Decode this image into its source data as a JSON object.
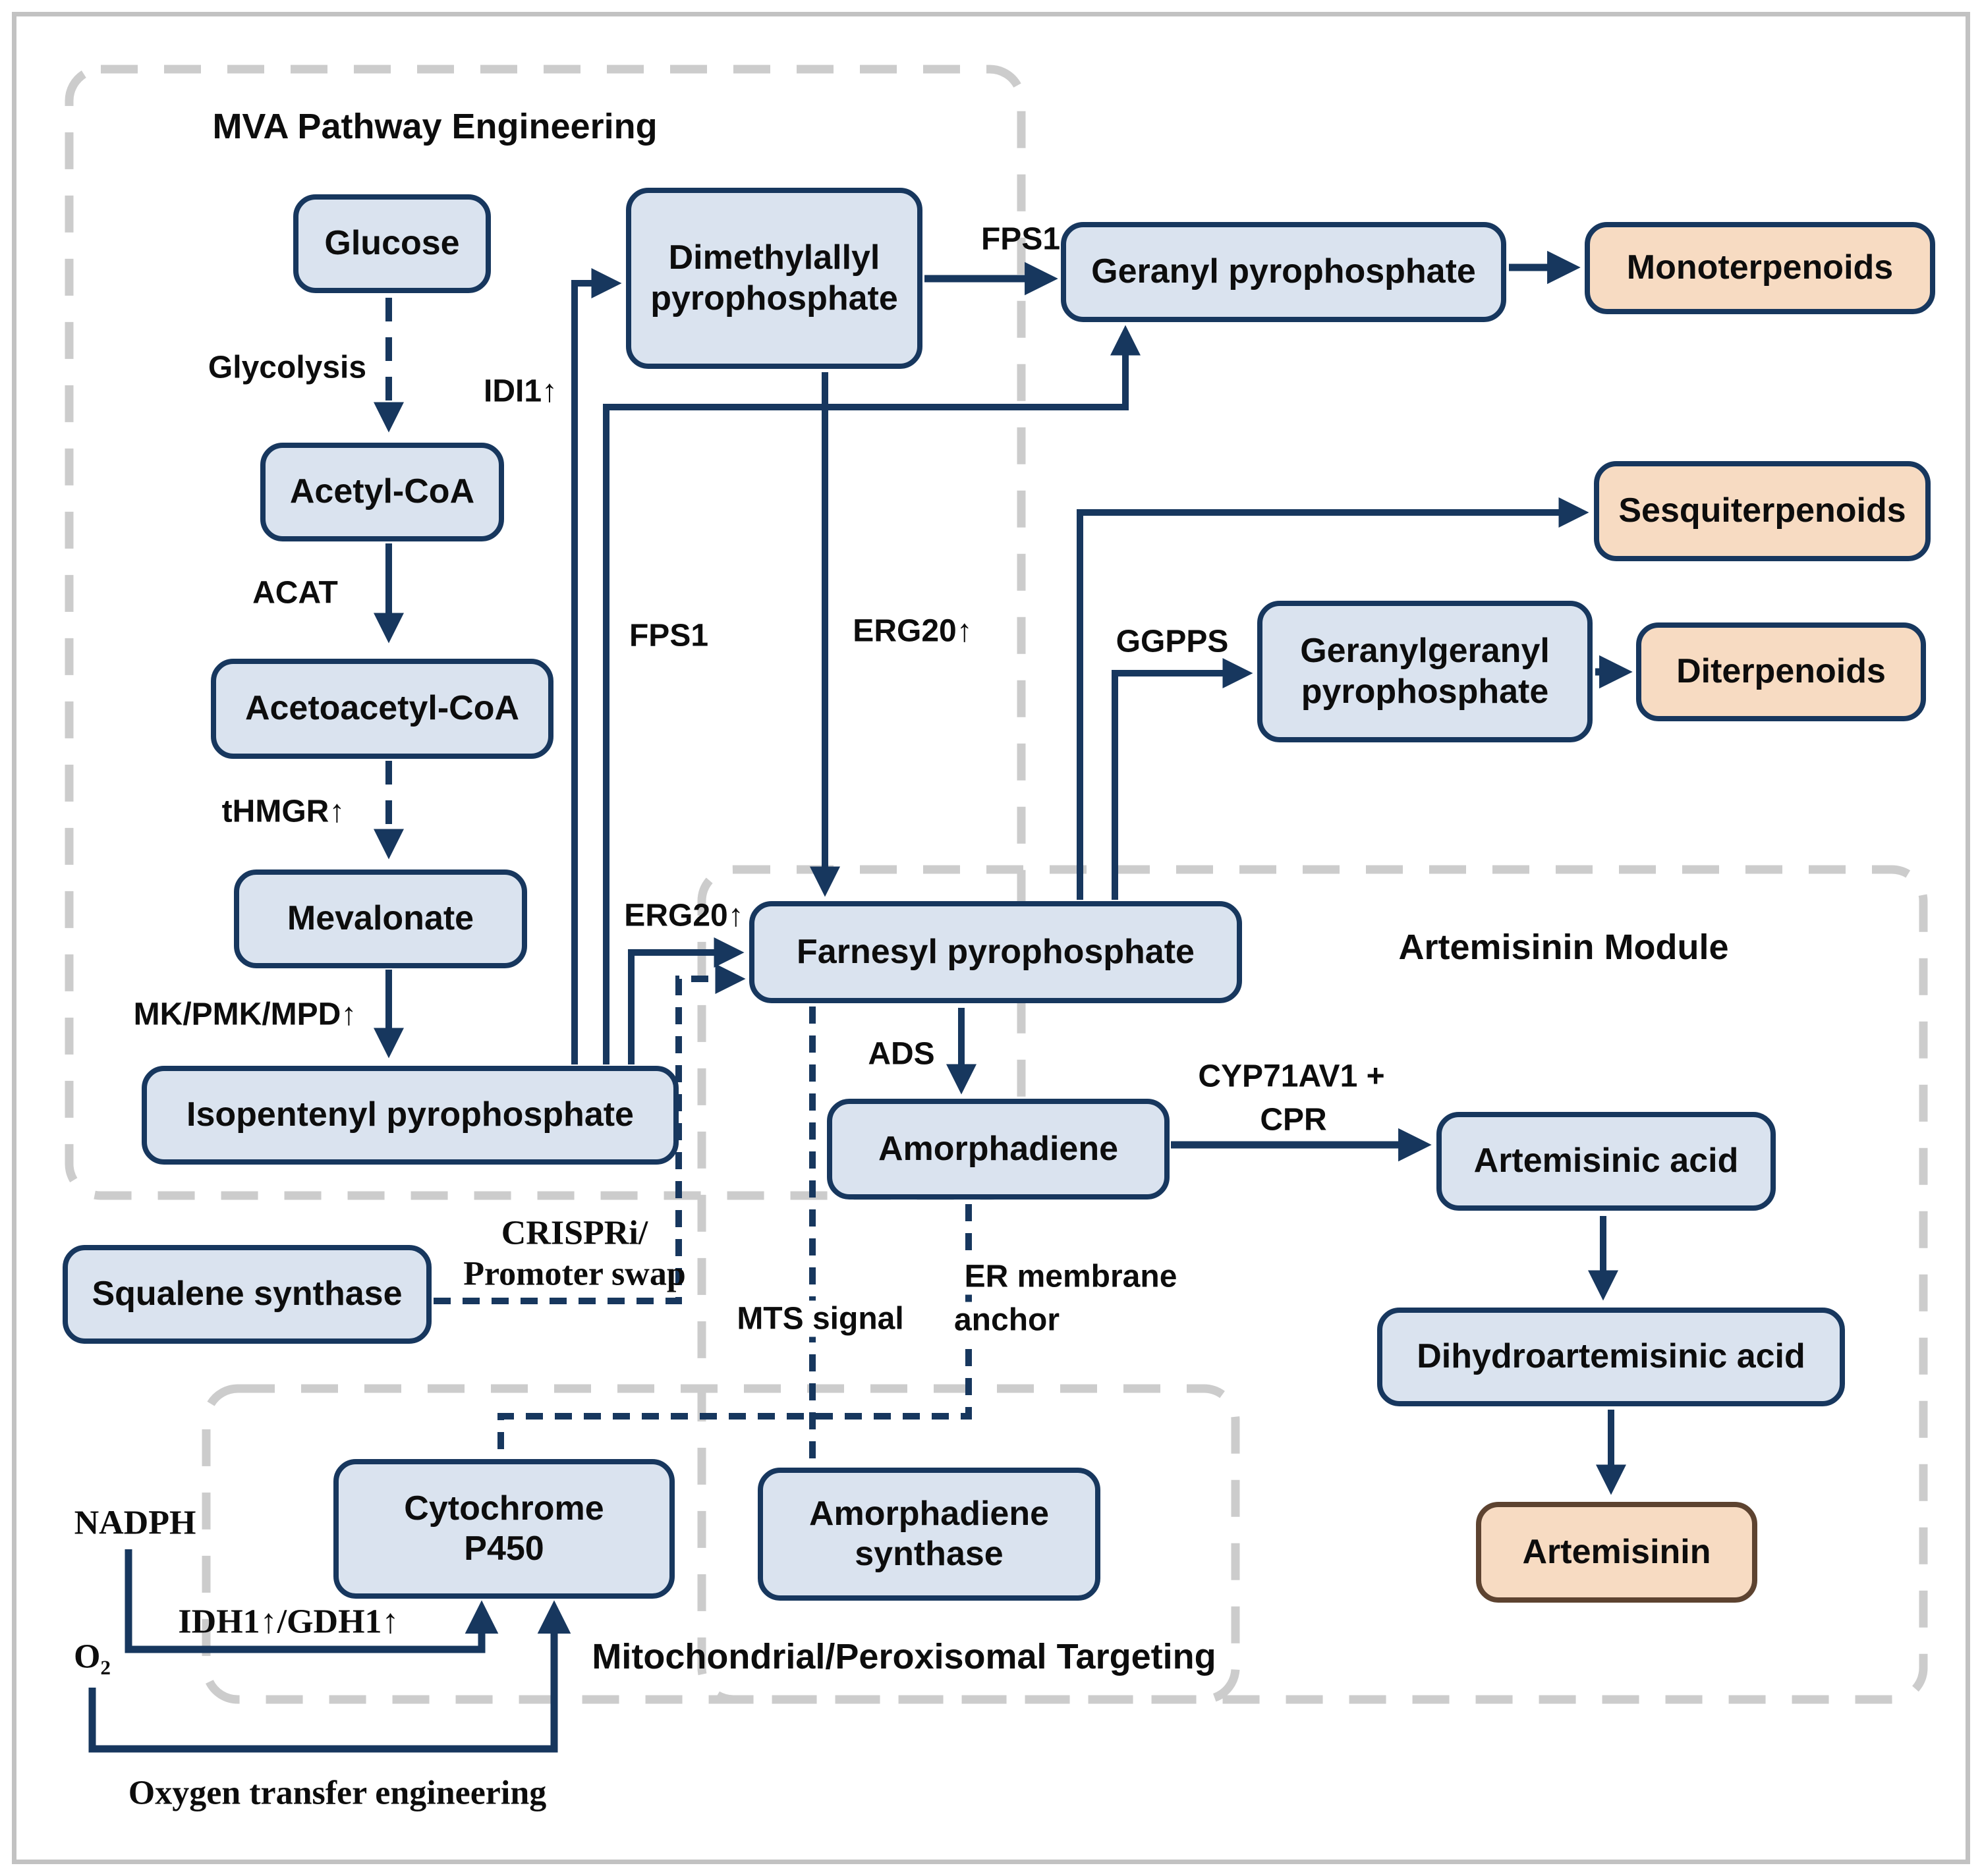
{
  "groups": {
    "mva": {
      "title": "MVA Pathway Engineering"
    },
    "artemisinin": {
      "title": "Artemisinin Module"
    },
    "mito": {
      "title": "Mitochondrial/Peroxisomal Targeting"
    }
  },
  "nodes": {
    "glucose": {
      "label": "Glucose",
      "type": "metabolite"
    },
    "acetyl_coa": {
      "label": "Acetyl-CoA",
      "type": "metabolite"
    },
    "acetoacetyl_coa": {
      "label": "Acetoacetyl-CoA",
      "type": "metabolite"
    },
    "mevalonate": {
      "label": "Mevalonate",
      "type": "metabolite"
    },
    "ipp": {
      "label": "Isopentenyl pyrophosphate",
      "type": "metabolite"
    },
    "dmapp": {
      "label": "Dimethylallyl\npyrophosphate",
      "type": "metabolite"
    },
    "gpp": {
      "label": "Geranyl pyrophosphate",
      "type": "metabolite"
    },
    "monoterpenoids": {
      "label": "Monoterpenoids",
      "type": "product"
    },
    "sesquiterpenoids": {
      "label": "Sesquiterpenoids",
      "type": "product"
    },
    "ggpp": {
      "label": "Geranylgeranyl\npyrophosphate",
      "type": "metabolite"
    },
    "diterpenoids": {
      "label": "Diterpenoids",
      "type": "product"
    },
    "fpp": {
      "label": "Farnesyl pyrophosphate",
      "type": "metabolite"
    },
    "amorphadiene": {
      "label": "Amorphadiene",
      "type": "metabolite"
    },
    "artemisinic_acid": {
      "label": "Artemisinic acid",
      "type": "metabolite"
    },
    "dihydroartemisinic_acid": {
      "label": "Dihydroartemisinic acid",
      "type": "metabolite"
    },
    "artemisinin": {
      "label": "Artemisinin",
      "type": "product"
    },
    "squalene_synthase": {
      "label": "Squalene synthase",
      "type": "enzyme"
    },
    "cytochrome_p450": {
      "label": "Cytochrome\nP450",
      "type": "enzyme"
    },
    "amorphadiene_synthase": {
      "label": "Amorphadiene\nsynthase",
      "type": "enzyme"
    }
  },
  "labels": {
    "glycolysis": "Glycolysis",
    "acat": "ACAT",
    "thmgr": "tHMGR↑",
    "mk_pmk_mpd": "MK/PMK/MPD↑",
    "idi1": "IDI1↑",
    "fps1_top": "FPS1",
    "fps1_mid": "FPS1",
    "erg20_mid": "ERG20↑",
    "erg20_low": "ERG20↑",
    "ggpps": "GGPPS",
    "ads": "ADS",
    "cyp71av1": "CYP71AV1 +",
    "cpr": "CPR",
    "crispri": "CRISPRi/",
    "promoter_swap": "Promoter swap",
    "mts_signal": "MTS signal",
    "er_membrane": "ER membrane",
    "er_anchor": "anchor",
    "nadph": "NADPH",
    "o2": "O₂",
    "idh1_gdh1": "IDH1↑/GDH1↑",
    "oxygen_transfer": "Oxygen transfer engineering"
  },
  "colors": {
    "metabolite_fill": "#dae3ef",
    "metabolite_border": "#17375e",
    "product_fill": "#f7dbc2",
    "artemisinin_border": "#5d4330",
    "arrow": "#17375e",
    "group_dash": "#cccccc",
    "outer_frame": "#c2c2c2"
  }
}
